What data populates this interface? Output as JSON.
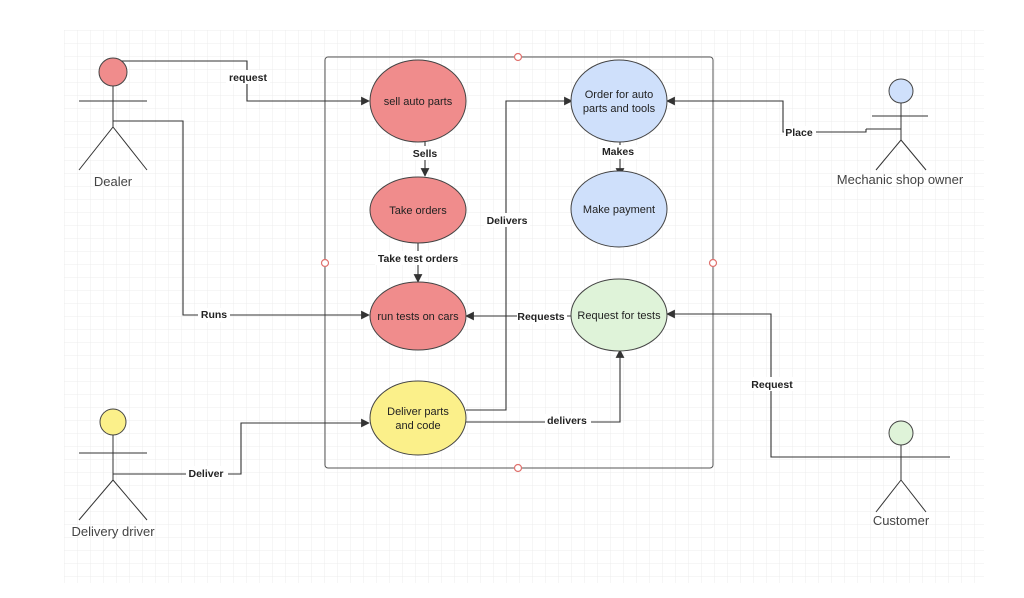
{
  "diagram": {
    "actors": [
      {
        "id": "dealer",
        "label": "Dealer",
        "color": "#f08c8c"
      },
      {
        "id": "mechanic",
        "label": "Mechanic shop owner",
        "color": "#cfe0fb"
      },
      {
        "id": "driver",
        "label": "Delivery driver",
        "color": "#fbf08a"
      },
      {
        "id": "customer",
        "label": "Customer",
        "color": "#dff3d9"
      }
    ],
    "use_cases": [
      {
        "id": "sell",
        "label": [
          "sell auto parts"
        ],
        "color": "#f08c8c"
      },
      {
        "id": "take",
        "label": [
          "Take orders"
        ],
        "color": "#f08c8c"
      },
      {
        "id": "tests",
        "label": [
          "run tests on cars"
        ],
        "color": "#f08c8c"
      },
      {
        "id": "order",
        "label": [
          "Order for auto",
          "parts and tools"
        ],
        "color": "#cfe0fb"
      },
      {
        "id": "payment",
        "label": [
          "Make payment"
        ],
        "color": "#cfe0fb"
      },
      {
        "id": "request",
        "label": [
          "Request for tests"
        ],
        "color": "#dff3d9"
      },
      {
        "id": "deliver",
        "label": [
          "Deliver parts",
          "and code"
        ],
        "color": "#fbf08a"
      }
    ],
    "edges": [
      {
        "id": "dealer-sell",
        "label": "request"
      },
      {
        "id": "sell-take",
        "label": "Sells"
      },
      {
        "id": "take-tests",
        "label": "Take test orders"
      },
      {
        "id": "dealer-tests",
        "label": "Runs"
      },
      {
        "id": "request-tests",
        "label": "Requests"
      },
      {
        "id": "mechanic-order",
        "label": "Place"
      },
      {
        "id": "order-payment",
        "label": "Makes"
      },
      {
        "id": "deliver-order",
        "label": "Delivers"
      },
      {
        "id": "deliver-request",
        "label": "delivers"
      },
      {
        "id": "driver-deliver",
        "label": "Deliver"
      },
      {
        "id": "customer-request",
        "label": "Request"
      }
    ]
  },
  "colors": {
    "grid": "#ececec",
    "grid_major": "#dedede",
    "line": "#333333",
    "handle": "#e0726e"
  }
}
